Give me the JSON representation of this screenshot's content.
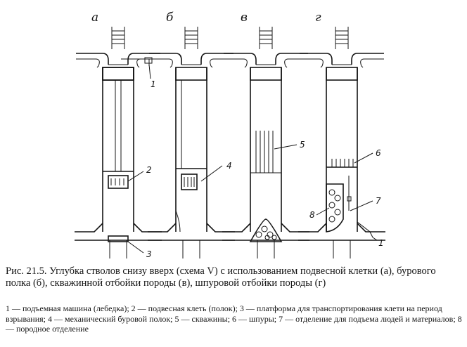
{
  "figure": {
    "panel_letters": [
      "а",
      "б",
      "в",
      "г"
    ],
    "callouts": [
      "1",
      "2",
      "3",
      "4",
      "5",
      "6",
      "7",
      "8",
      "1"
    ]
  },
  "caption": {
    "text": "Рис. 21.5. Углубка стволов снизу вверх (схема V) с использованием подвесной клетки (а), бурового полка (б), скважинной отбойки породы (в), шпуровой отбойки породы (г)"
  },
  "legend": {
    "text": "1 — подъемная машина (лебедка); 2 — подвесная клеть (полок); 3 — платформа для транспортирования клети на период взрывания; 4 — механический буровой полок; 5 — скважины; 6 — шпуры; 7 — отделение для подъема людей и материалов; 8 — породное отделение"
  }
}
